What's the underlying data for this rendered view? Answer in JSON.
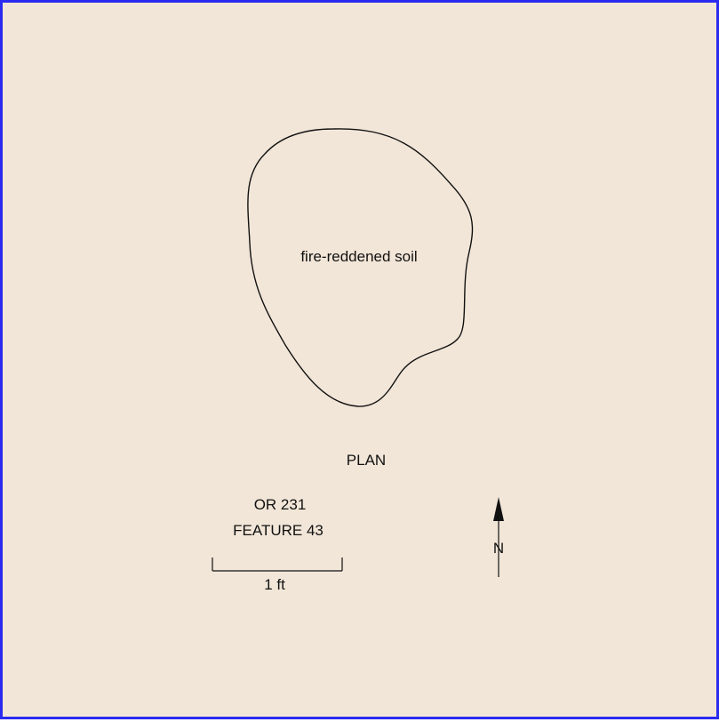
{
  "feature_label": "fire-reddened soil",
  "view_label": "PLAN",
  "site": {
    "number": "OR 231",
    "feature": "FEATURE 43"
  },
  "scale_bar": {
    "label": "1 ft"
  },
  "north_arrow": {
    "label": "N"
  },
  "colors": {
    "background": "#f2e6d8",
    "border": "#2b2bf0",
    "ink": "#111111"
  }
}
